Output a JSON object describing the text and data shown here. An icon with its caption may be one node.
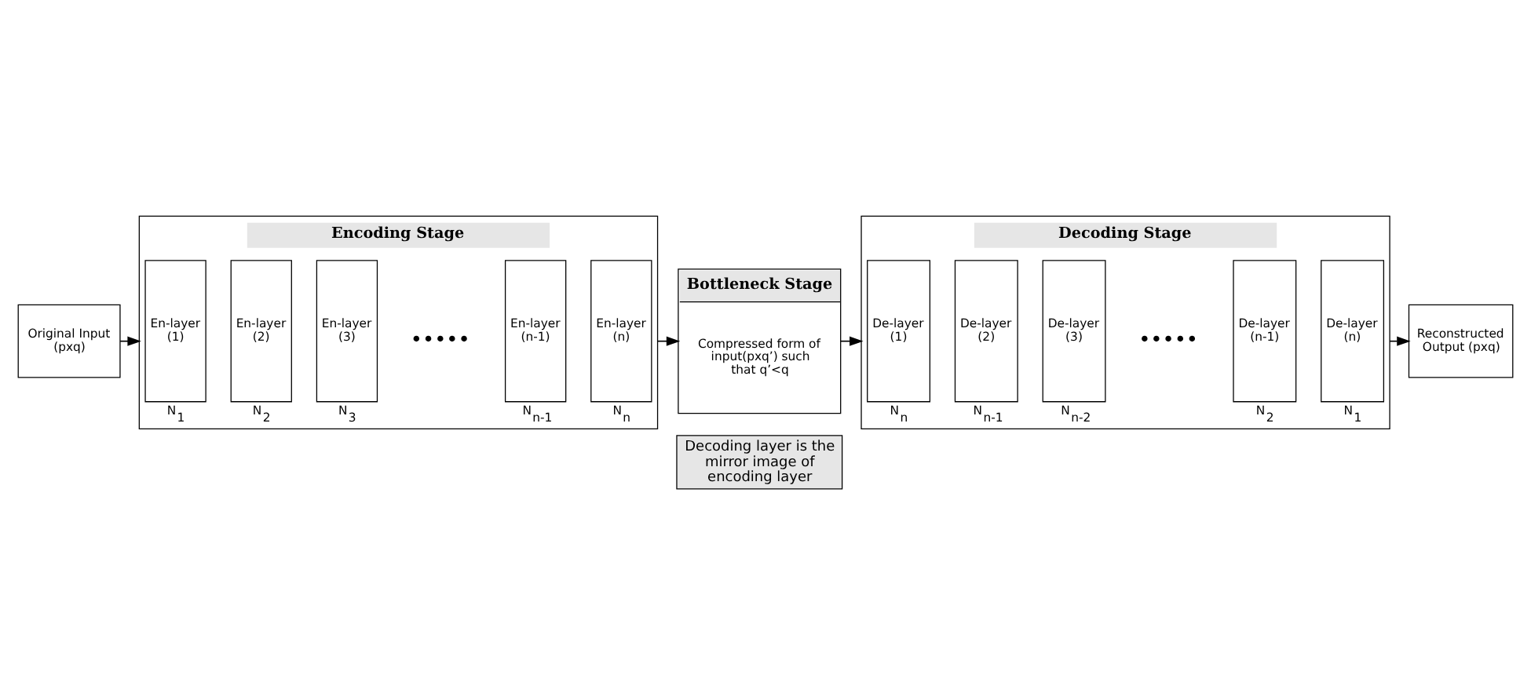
{
  "diagram": {
    "nodes": [
      {
        "text": [
          "Original Input (pxq)"
        ]
      },
      {
        "text": [
          "Encoding Stage"
        ]
      },
      {
        "text": [
          "En-layer (1)"
        ],
        "in": 1,
        "beside": [
          "N$_{1}$"
        ]
      },
      {
        "text": [
          "En-layer (2)"
        ],
        "in": 1,
        "beside": [
          "N$_{2}$"
        ]
      },
      {
        "text": [
          "En-layer (3)"
        ],
        "in": 1,
        "beside": [
          "N$_{3}$"
        ]
      },
      {
        "text": [
          "En-layer (n-1)"
        ],
        "in": 1,
        "beside": [
          "N$_{n-1}$"
        ]
      },
      {
        "text": [
          "En-layer (n)"
        ],
        "in": 1,
        "beside": [
          "N$_{n}$"
        ]
      },
      {
        "text": [
          "Bottleneck Stage",
          "Compressed form of input(pxq’) such that q’<q"
        ]
      },
      {
        "text": [
          "Decoding Stage"
        ]
      },
      {
        "text": [
          "De-layer (1)"
        ],
        "in": 8,
        "beside": [
          "N$_{n}$"
        ]
      },
      {
        "text": [
          "De-layer (2)"
        ],
        "in": 8,
        "beside": [
          "N$_{n-1}$"
        ]
      },
      {
        "text": [
          "De-layer (3)"
        ],
        "in": 8,
        "beside": [
          "N$_{n-2}$"
        ]
      },
      {
        "text": [
          "De-layer (n-1)"
        ],
        "in": 8,
        "beside": [
          "N$_{2}$"
        ]
      },
      {
        "text": [
          "De-layer (n)"
        ],
        "in": 8,
        "beside": [
          "N$_{1}$"
        ]
      },
      {
        "text": [
          "Reconstructed Output (pxq)"
        ]
      },
      {
        "text": [
          "Decoding layer is the mirror image of encoding layer"
        ]
      }
    ],
    "edges": [
      {
        "from": 0,
        "to": 1,
        "arrow": "to"
      },
      {
        "from": 1,
        "to": 7,
        "arrow": "to"
      },
      {
        "from": 7,
        "to": 8,
        "arrow": "to"
      },
      {
        "from": 8,
        "to": 14,
        "arrow": "to"
      }
    ],
    "labels": [
      "•••••",
      "•••••"
    ]
  }
}
